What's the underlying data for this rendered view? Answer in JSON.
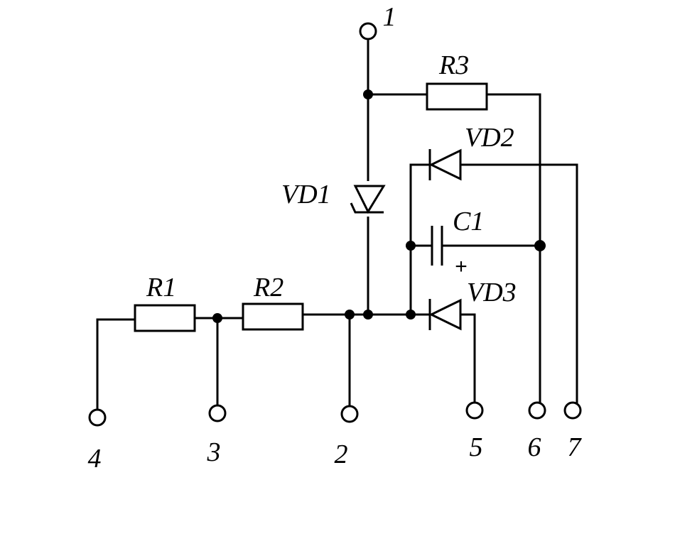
{
  "components": {
    "r1": "R1",
    "r2": "R2",
    "r3": "R3",
    "vd1": "VD1",
    "vd2": "VD2",
    "vd3": "VD3",
    "c1": "C1",
    "c1_polarity": "+"
  },
  "terminals": [
    "1",
    "2",
    "3",
    "4",
    "5",
    "6",
    "7"
  ]
}
